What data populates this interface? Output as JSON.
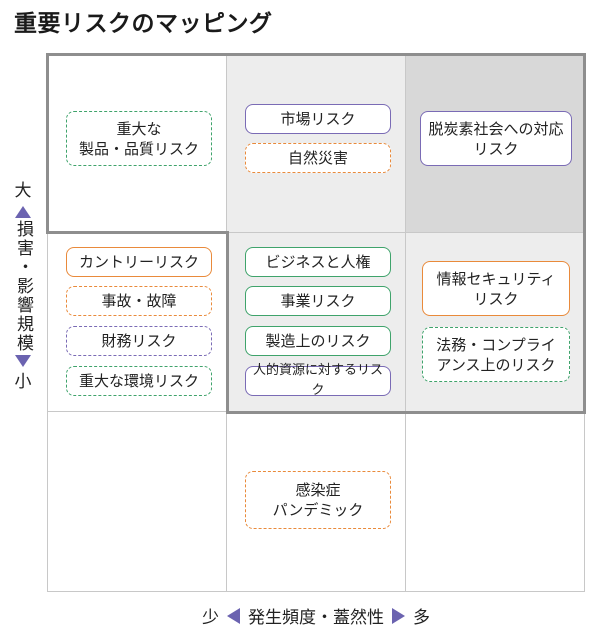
{
  "title": "重要リスクのマッピング",
  "y_axis": {
    "high": "大",
    "label": "損害・影響規模",
    "low": "小"
  },
  "x_axis": {
    "low": "少",
    "label": "発生頻度・蓋然性",
    "high": "多"
  },
  "colors": {
    "green": "#3fa36b",
    "orange": "#e98a3b",
    "purple": "#7a6bb5",
    "arrow": "#6b63b0"
  },
  "risks": {
    "r1": "重大な\n製品・品質リスク",
    "r2": "市場リスク",
    "r3": "自然災害",
    "r4": "脱炭素社会への対応リスク",
    "r5": "カントリーリスク",
    "r6": "事故・故障",
    "r7": "財務リスク",
    "r8": "重大な環境リスク",
    "r9": "ビジネスと人権",
    "r10": "事業リスク",
    "r11": "製造上のリスク",
    "r12": "人的資源に対するリスク",
    "r13": "情報セキュリティリスク",
    "r14": "法務・コンプライアンス上のリスク",
    "r15": "感染症\nパンデミック"
  }
}
